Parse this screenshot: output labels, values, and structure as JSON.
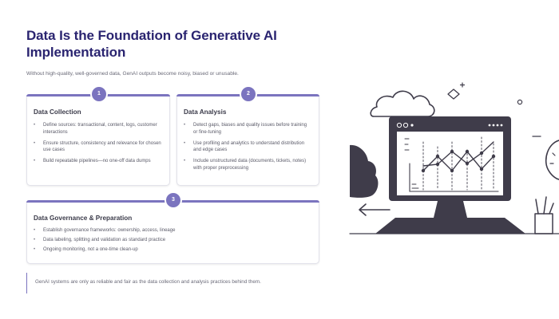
{
  "page": {
    "title": "Data Is the Foundation of Generative AI Implementation",
    "subtitle": "Without high-quality, well-governed data, GenAI outputs become noisy, biased or unusable.",
    "footer_note": "GenAI systems are only as reliable and fair as the data collection and analysis practices behind them."
  },
  "cards": [
    {
      "number": "1",
      "title": "Data Collection",
      "bullets": [
        "Define sources: transactional, content, logs, customer interactions",
        "Ensure structure, consistency and relevance for chosen use cases",
        "Build repeatable pipelines—no one-off data dumps"
      ]
    },
    {
      "number": "2",
      "title": "Data Analysis",
      "bullets": [
        "Detect gaps, biases and quality issues before training or fine-tuning",
        "Use profiling and analytics to understand distribution and edge cases",
        "Include unstructured data (documents, tickets, notes) with proper preprocessing"
      ]
    },
    {
      "number": "3",
      "title": "Data Governance & Preparation",
      "bullets": [
        "Establish governance frameworks: ownership, access, lineage",
        "Data labeling, splitting and validation as standard practice",
        "Ongoing monitoring, not a one-time clean-up"
      ]
    }
  ],
  "colors": {
    "accent": "#7b74bf",
    "title": "#2a2470",
    "illustration": "#3f3c4a"
  }
}
